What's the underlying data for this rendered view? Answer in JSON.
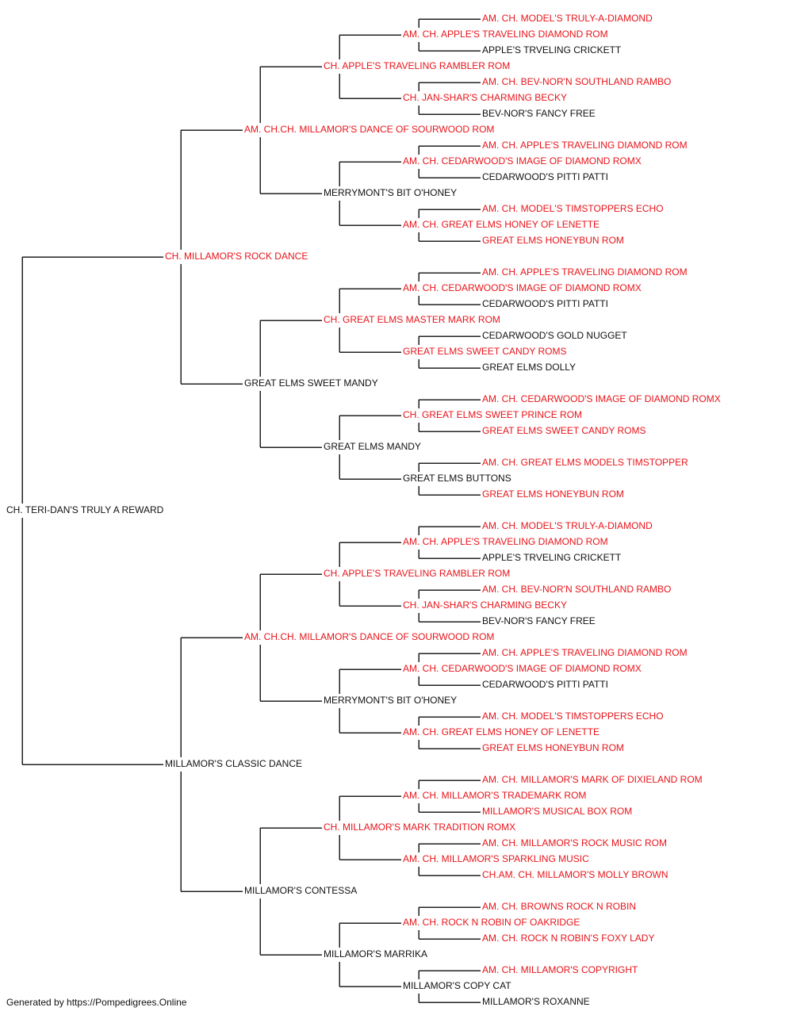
{
  "colors": {
    "champion": "#e8141a",
    "regular": "#111111",
    "line": "#222222"
  },
  "footer": "Generated by https://Pompedigrees.Online",
  "pedigree": {
    "name": "CH. TERI-DAN'S TRULY A REWARD",
    "ch": false,
    "sire": {
      "name": "CH. MILLAMOR'S ROCK DANCE",
      "ch": true,
      "sire": {
        "name": "AM. CH.CH. MILLAMOR'S DANCE OF SOURWOOD ROM",
        "ch": true,
        "sire": {
          "name": "CH. APPLE'S TRAVELING RAMBLER ROM",
          "ch": true,
          "sire": {
            "name": "AM. CH. APPLE'S TRAVELING DIAMOND ROM",
            "ch": true,
            "sire": {
              "name": "AM. CH. MODEL'S TRULY-A-DIAMOND",
              "ch": true
            },
            "dam": {
              "name": "APPLE'S TRVELING CRICKETT",
              "ch": false
            }
          },
          "dam": {
            "name": "CH. JAN-SHAR'S CHARMING BECKY",
            "ch": true,
            "sire": {
              "name": "AM. CH. BEV-NOR'N SOUTHLAND RAMBO",
              "ch": true
            },
            "dam": {
              "name": "BEV-NOR'S FANCY FREE",
              "ch": false
            }
          }
        },
        "dam": {
          "name": "MERRYMONT'S BIT O'HONEY",
          "ch": false,
          "sire": {
            "name": "AM. CH. CEDARWOOD'S IMAGE OF DIAMOND ROMX",
            "ch": true,
            "sire": {
              "name": "AM. CH. APPLE'S TRAVELING DIAMOND ROM",
              "ch": true
            },
            "dam": {
              "name": "CEDARWOOD'S PITTI PATTI",
              "ch": false
            }
          },
          "dam": {
            "name": "AM. CH. GREAT ELMS HONEY OF LENETTE",
            "ch": true,
            "sire": {
              "name": "AM. CH. MODEL'S TIMSTOPPERS ECHO",
              "ch": true
            },
            "dam": {
              "name": "GREAT ELMS HONEYBUN ROM",
              "ch": true
            }
          }
        }
      },
      "dam": {
        "name": "GREAT ELMS SWEET MANDY",
        "ch": false,
        "sire": {
          "name": "CH. GREAT ELMS MASTER MARK ROM",
          "ch": true,
          "sire": {
            "name": "AM. CH. CEDARWOOD'S IMAGE OF DIAMOND ROMX",
            "ch": true,
            "sire": {
              "name": "AM. CH. APPLE'S TRAVELING DIAMOND ROM",
              "ch": true
            },
            "dam": {
              "name": "CEDARWOOD'S PITTI PATTI",
              "ch": false
            }
          },
          "dam": {
            "name": "GREAT ELMS SWEET CANDY ROMS",
            "ch": true,
            "sire": {
              "name": "CEDARWOOD'S GOLD NUGGET",
              "ch": false
            },
            "dam": {
              "name": "GREAT ELMS DOLLY",
              "ch": false
            }
          }
        },
        "dam": {
          "name": "GREAT ELMS MANDY",
          "ch": false,
          "sire": {
            "name": "CH. GREAT ELMS SWEET PRINCE ROM",
            "ch": true,
            "sire": {
              "name": "AM. CH. CEDARWOOD'S IMAGE OF DIAMOND ROMX",
              "ch": true
            },
            "dam": {
              "name": "GREAT ELMS SWEET CANDY ROMS",
              "ch": true
            }
          },
          "dam": {
            "name": "GREAT ELMS BUTTONS",
            "ch": false,
            "sire": {
              "name": "AM. CH. GREAT ELMS MODELS TIMSTOPPER",
              "ch": true
            },
            "dam": {
              "name": "GREAT ELMS HONEYBUN ROM",
              "ch": true
            }
          }
        }
      }
    },
    "dam": {
      "name": "MILLAMOR'S CLASSIC DANCE",
      "ch": false,
      "sire": {
        "name": "AM. CH.CH. MILLAMOR'S DANCE OF SOURWOOD ROM",
        "ch": true,
        "sire": {
          "name": "CH. APPLE'S TRAVELING RAMBLER ROM",
          "ch": true,
          "sire": {
            "name": "AM. CH. APPLE'S TRAVELING DIAMOND ROM",
            "ch": true,
            "sire": {
              "name": "AM. CH. MODEL'S TRULY-A-DIAMOND",
              "ch": true
            },
            "dam": {
              "name": "APPLE'S TRVELING CRICKETT",
              "ch": false
            }
          },
          "dam": {
            "name": "CH. JAN-SHAR'S CHARMING BECKY",
            "ch": true,
            "sire": {
              "name": "AM. CH. BEV-NOR'N SOUTHLAND RAMBO",
              "ch": true
            },
            "dam": {
              "name": "BEV-NOR'S FANCY FREE",
              "ch": false
            }
          }
        },
        "dam": {
          "name": "MERRYMONT'S BIT O'HONEY",
          "ch": false,
          "sire": {
            "name": "AM. CH. CEDARWOOD'S IMAGE OF DIAMOND ROMX",
            "ch": true,
            "sire": {
              "name": "AM. CH. APPLE'S TRAVELING DIAMOND ROM",
              "ch": true
            },
            "dam": {
              "name": "CEDARWOOD'S PITTI PATTI",
              "ch": false
            }
          },
          "dam": {
            "name": "AM. CH. GREAT ELMS HONEY OF LENETTE",
            "ch": true,
            "sire": {
              "name": "AM. CH. MODEL'S TIMSTOPPERS ECHO",
              "ch": true
            },
            "dam": {
              "name": "GREAT ELMS HONEYBUN ROM",
              "ch": true
            }
          }
        }
      },
      "dam": {
        "name": "MILLAMOR'S CONTESSA",
        "ch": false,
        "sire": {
          "name": "CH. MILLAMOR'S MARK TRADITION ROMX",
          "ch": true,
          "sire": {
            "name": "AM. CH. MILLAMOR'S TRADEMARK ROM",
            "ch": true,
            "sire": {
              "name": "AM. CH. MILLAMOR'S MARK OF DIXIELAND ROM",
              "ch": true
            },
            "dam": {
              "name": "MILLAMOR'S MUSICAL BOX ROM",
              "ch": true
            }
          },
          "dam": {
            "name": "AM. CH. MILLAMOR'S SPARKLING MUSIC",
            "ch": true,
            "sire": {
              "name": "AM. CH. MILLAMOR'S ROCK MUSIC ROM",
              "ch": true
            },
            "dam": {
              "name": "CH.AM. CH. MILLAMOR'S MOLLY BROWN",
              "ch": true
            }
          }
        },
        "dam": {
          "name": "MILLAMOR'S MARRIKA",
          "ch": false,
          "sire": {
            "name": "AM. CH. ROCK N ROBIN OF OAKRIDGE",
            "ch": true,
            "sire": {
              "name": "AM. CH. BROWNS ROCK N ROBIN",
              "ch": true
            },
            "dam": {
              "name": "AM. CH. ROCK N ROBIN'S FOXY LADY",
              "ch": true
            }
          },
          "dam": {
            "name": "MILLAMOR'S COPY CAT",
            "ch": false,
            "sire": {
              "name": "AM. CH. MILLAMOR'S COPYRIGHT",
              "ch": true
            },
            "dam": {
              "name": "MILLAMOR'S ROXANNE",
              "ch": false
            }
          }
        }
      }
    }
  }
}
